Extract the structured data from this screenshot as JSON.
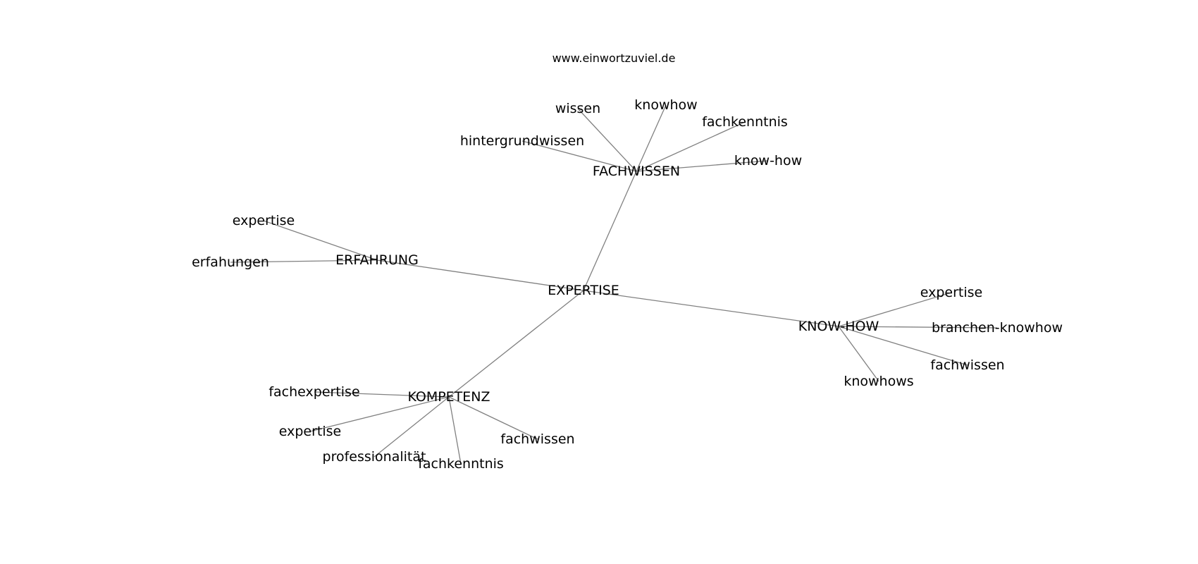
{
  "source": "www.einwortzuviel.de",
  "nodes": [
    {
      "id": "EXPERTISE",
      "label": "EXPERTISE"
    },
    {
      "id": "FACHWISSEN",
      "label": "FACHWISSEN"
    },
    {
      "id": "ERFAHRUNG",
      "label": "ERFAHRUNG"
    },
    {
      "id": "KNOW-HOW",
      "label": "KNOW-HOW"
    },
    {
      "id": "KOMPETENZ",
      "label": "KOMPETENZ"
    },
    {
      "id": "fw-wissen",
      "label": "wissen"
    },
    {
      "id": "fw-knowhow",
      "label": "knowhow"
    },
    {
      "id": "fw-fachkenntnis",
      "label": "fachkenntnis"
    },
    {
      "id": "fw-hintergrundwissen",
      "label": "hintergrundwissen"
    },
    {
      "id": "fw-know-how",
      "label": "know-how"
    },
    {
      "id": "er-expertise",
      "label": "expertise"
    },
    {
      "id": "er-erfahungen",
      "label": "erfahungen"
    },
    {
      "id": "kh-expertise",
      "label": "expertise"
    },
    {
      "id": "kh-branchen-knowhow",
      "label": "branchen-knowhow"
    },
    {
      "id": "kh-fachwissen",
      "label": "fachwissen"
    },
    {
      "id": "kh-knowhows",
      "label": "knowhows"
    },
    {
      "id": "ko-fachexpertise",
      "label": "fachexpertise"
    },
    {
      "id": "ko-expertise",
      "label": "expertise"
    },
    {
      "id": "ko-fachwissen",
      "label": "fachwissen"
    },
    {
      "id": "ko-professionalitaet",
      "label": "professionalität"
    },
    {
      "id": "ko-fachkenntnis",
      "label": "fachkenntnis"
    }
  ],
  "edges": [
    [
      "EXPERTISE",
      "FACHWISSEN"
    ],
    [
      "EXPERTISE",
      "ERFAHRUNG"
    ],
    [
      "EXPERTISE",
      "KNOW-HOW"
    ],
    [
      "EXPERTISE",
      "KOMPETENZ"
    ],
    [
      "FACHWISSEN",
      "fw-wissen"
    ],
    [
      "FACHWISSEN",
      "fw-knowhow"
    ],
    [
      "FACHWISSEN",
      "fw-fachkenntnis"
    ],
    [
      "FACHWISSEN",
      "fw-hintergrundwissen"
    ],
    [
      "FACHWISSEN",
      "fw-know-how"
    ],
    [
      "ERFAHRUNG",
      "er-expertise"
    ],
    [
      "ERFAHRUNG",
      "er-erfahungen"
    ],
    [
      "KNOW-HOW",
      "kh-expertise"
    ],
    [
      "KNOW-HOW",
      "kh-branchen-knowhow"
    ],
    [
      "KNOW-HOW",
      "kh-fachwissen"
    ],
    [
      "KNOW-HOW",
      "kh-knowhows"
    ],
    [
      "KOMPETENZ",
      "ko-fachexpertise"
    ],
    [
      "KOMPETENZ",
      "ko-expertise"
    ],
    [
      "KOMPETENZ",
      "ko-fachwissen"
    ],
    [
      "KOMPETENZ",
      "ko-professionalitaet"
    ],
    [
      "KOMPETENZ",
      "ko-fachkenntnis"
    ]
  ]
}
